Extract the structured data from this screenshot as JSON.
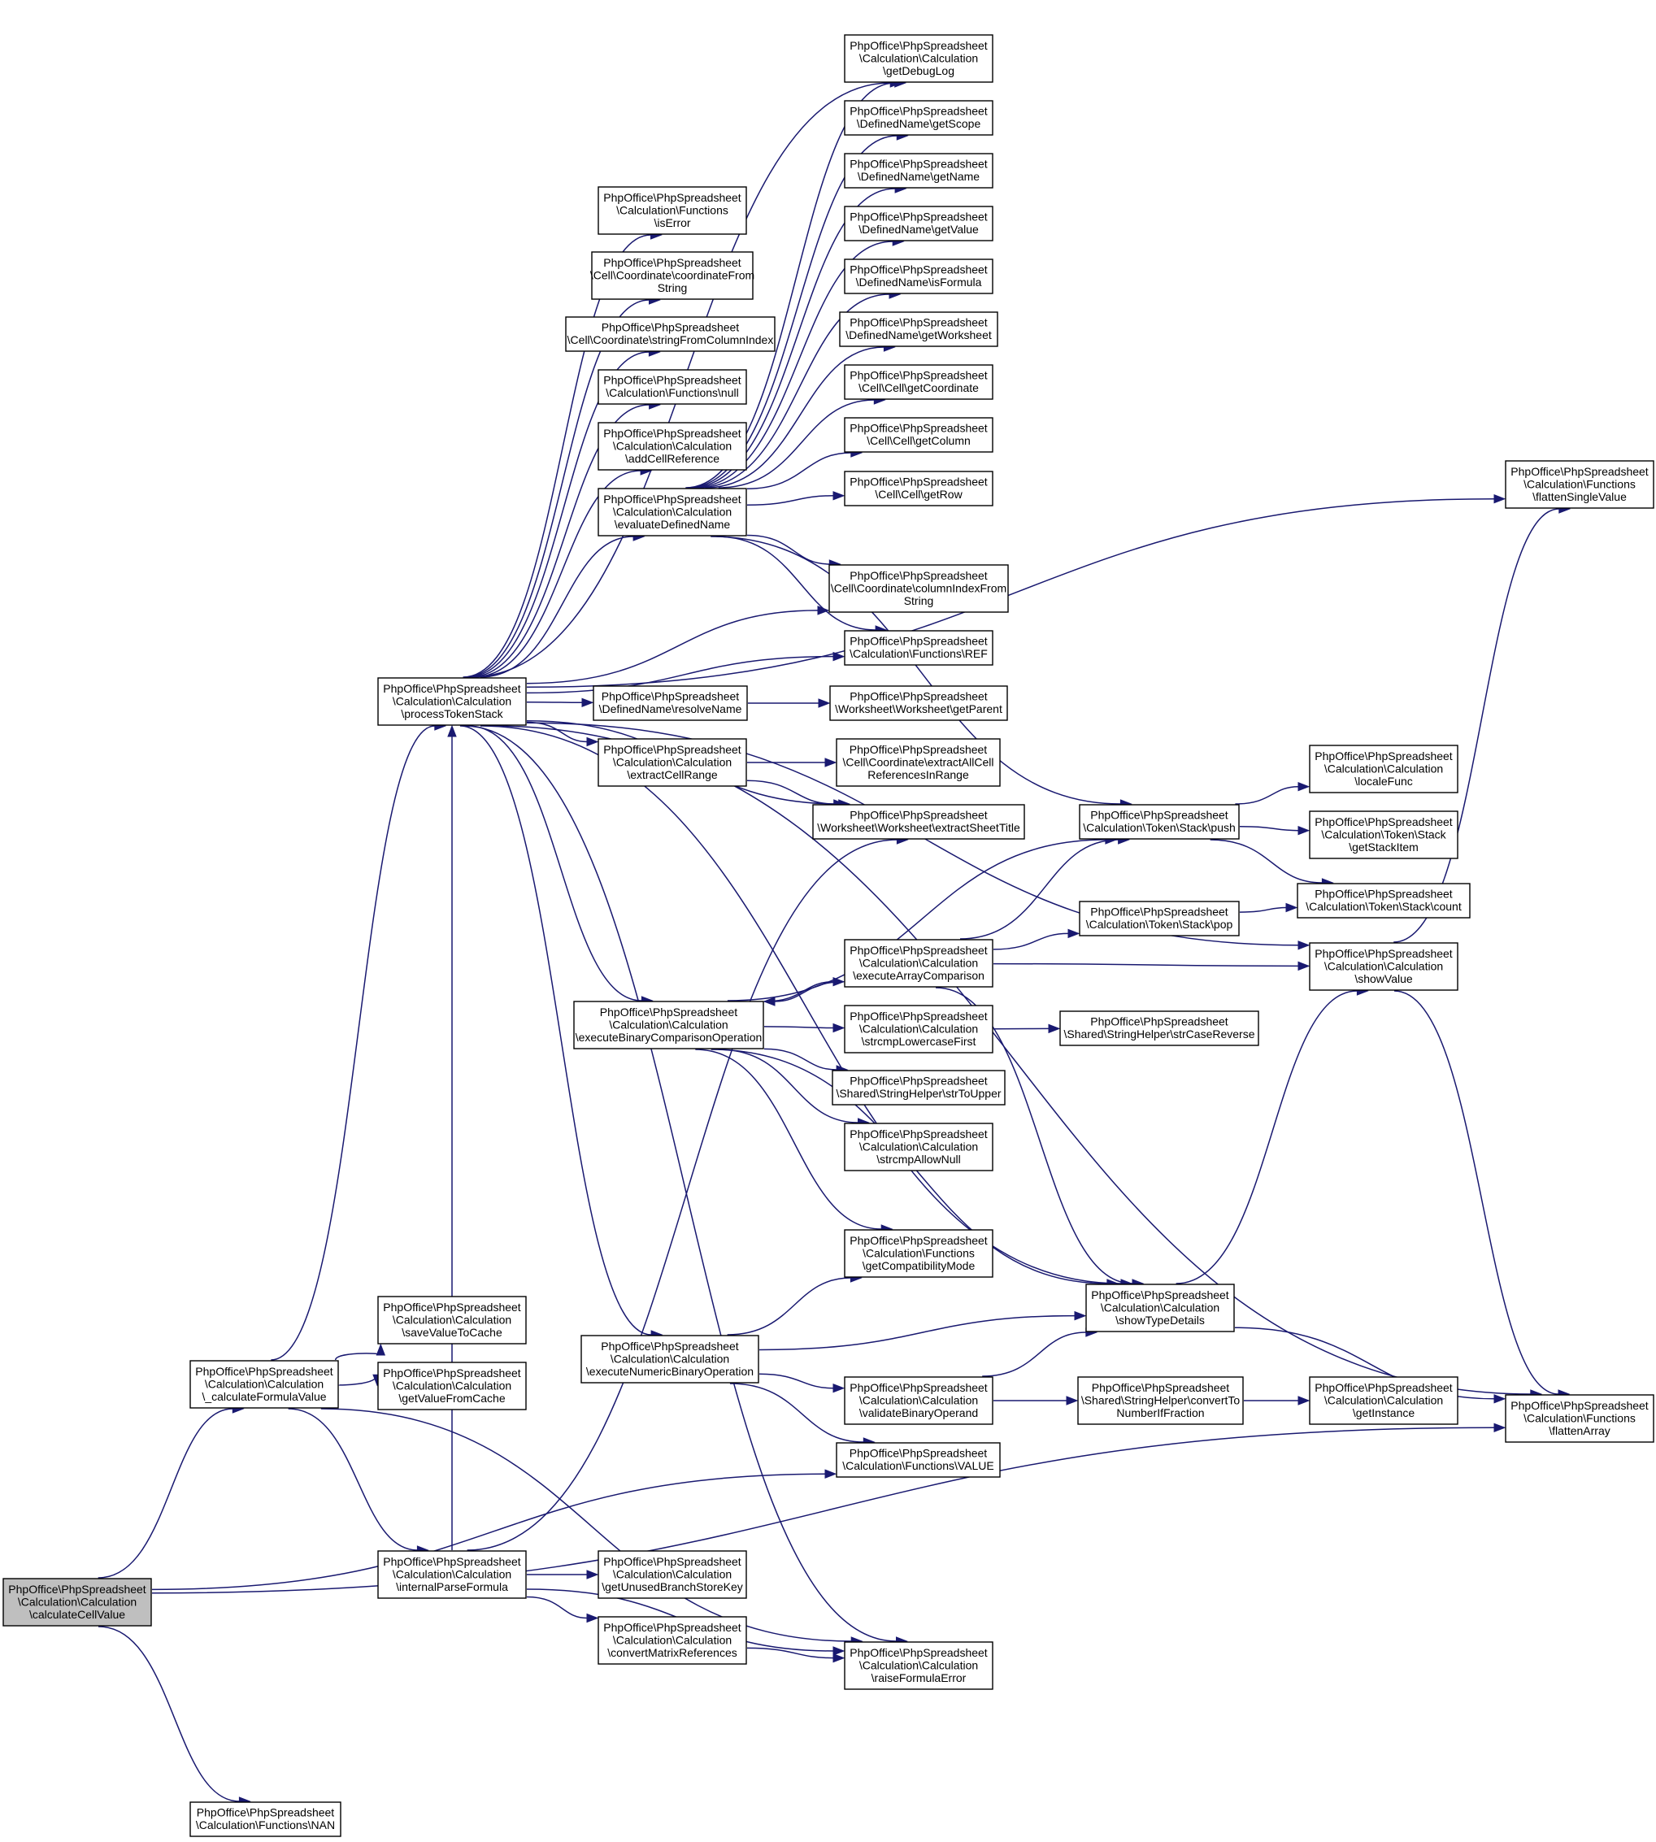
{
  "colors": {
    "edge": "#191970",
    "node_border": "#000000",
    "root_fill": "#bfbfbf",
    "node_fill": "#ffffff"
  },
  "nodes": {
    "calculateCellValue": [
      "PhpOffice\\PhpSpreadsheet",
      "\\Calculation\\Calculation",
      "\\calculateCellValue"
    ],
    "_calculateFormulaValue": [
      "PhpOffice\\PhpSpreadsheet",
      "\\Calculation\\Calculation",
      "\\_calculateFormulaValue"
    ],
    "NAN": [
      "PhpOffice\\PhpSpreadsheet",
      "\\Calculation\\Functions\\NAN"
    ],
    "processTokenStack": [
      "PhpOffice\\PhpSpreadsheet",
      "\\Calculation\\Calculation",
      "\\processTokenStack"
    ],
    "saveValueToCache": [
      "PhpOffice\\PhpSpreadsheet",
      "\\Calculation\\Calculation",
      "\\saveValueToCache"
    ],
    "getValueFromCache": [
      "PhpOffice\\PhpSpreadsheet",
      "\\Calculation\\Calculation",
      "\\getValueFromCache"
    ],
    "internalParseFormula": [
      "PhpOffice\\PhpSpreadsheet",
      "\\Calculation\\Calculation",
      "\\internalParseFormula"
    ],
    "isError": [
      "PhpOffice\\PhpSpreadsheet",
      "\\Calculation\\Functions",
      "\\isError"
    ],
    "coordinateFromString": [
      "PhpOffice\\PhpSpreadsheet",
      "\\Cell\\Coordinate\\coordinateFrom",
      "String"
    ],
    "stringFromColumnIndex": [
      "PhpOffice\\PhpSpreadsheet",
      "\\Cell\\Coordinate\\stringFromColumnIndex"
    ],
    "null": [
      "PhpOffice\\PhpSpreadsheet",
      "\\Calculation\\Functions\\null"
    ],
    "addCellReference": [
      "PhpOffice\\PhpSpreadsheet",
      "\\Calculation\\Calculation",
      "\\addCellReference"
    ],
    "evaluateDefinedName": [
      "PhpOffice\\PhpSpreadsheet",
      "\\Calculation\\Calculation",
      "\\evaluateDefinedName"
    ],
    "resolveName": [
      "PhpOffice\\PhpSpreadsheet",
      "\\DefinedName\\resolveName"
    ],
    "extractCellRange": [
      "PhpOffice\\PhpSpreadsheet",
      "\\Calculation\\Calculation",
      "\\extractCellRange"
    ],
    "executeBinaryComparisonOperation": [
      "PhpOffice\\PhpSpreadsheet",
      "\\Calculation\\Calculation",
      "\\executeBinaryComparisonOperation"
    ],
    "executeNumericBinaryOperation": [
      "PhpOffice\\PhpSpreadsheet",
      "\\Calculation\\Calculation",
      "\\executeNumericBinaryOperation"
    ],
    "getUnusedBranchStoreKey": [
      "PhpOffice\\PhpSpreadsheet",
      "\\Calculation\\Calculation",
      "\\getUnusedBranchStoreKey"
    ],
    "convertMatrixReferences": [
      "PhpOffice\\PhpSpreadsheet",
      "\\Calculation\\Calculation",
      "\\convertMatrixReferences"
    ],
    "getDebugLog": [
      "PhpOffice\\PhpSpreadsheet",
      "\\Calculation\\Calculation",
      "\\getDebugLog"
    ],
    "getScope": [
      "PhpOffice\\PhpSpreadsheet",
      "\\DefinedName\\getScope"
    ],
    "getName": [
      "PhpOffice\\PhpSpreadsheet",
      "\\DefinedName\\getName"
    ],
    "getValue": [
      "PhpOffice\\PhpSpreadsheet",
      "\\DefinedName\\getValue"
    ],
    "isFormula": [
      "PhpOffice\\PhpSpreadsheet",
      "\\DefinedName\\isFormula"
    ],
    "getWorksheet": [
      "PhpOffice\\PhpSpreadsheet",
      "\\DefinedName\\getWorksheet"
    ],
    "getCoordinate": [
      "PhpOffice\\PhpSpreadsheet",
      "\\Cell\\Cell\\getCoordinate"
    ],
    "getColumn": [
      "PhpOffice\\PhpSpreadsheet",
      "\\Cell\\Cell\\getColumn"
    ],
    "getRow": [
      "PhpOffice\\PhpSpreadsheet",
      "\\Cell\\Cell\\getRow"
    ],
    "columnIndexFromString": [
      "PhpOffice\\PhpSpreadsheet",
      "\\Cell\\Coordinate\\columnIndexFrom",
      "String"
    ],
    "REF": [
      "PhpOffice\\PhpSpreadsheet",
      "\\Calculation\\Functions\\REF"
    ],
    "getParent": [
      "PhpOffice\\PhpSpreadsheet",
      "\\Worksheet\\Worksheet\\getParent"
    ],
    "extractAllCellReferencesInRange": [
      "PhpOffice\\PhpSpreadsheet",
      "\\Cell\\Coordinate\\extractAllCell",
      "ReferencesInRange"
    ],
    "extractSheetTitle": [
      "PhpOffice\\PhpSpreadsheet",
      "\\Worksheet\\Worksheet\\extractSheetTitle"
    ],
    "executeArrayComparison": [
      "PhpOffice\\PhpSpreadsheet",
      "\\Calculation\\Calculation",
      "\\executeArrayComparison"
    ],
    "strcmpLowercaseFirst": [
      "PhpOffice\\PhpSpreadsheet",
      "\\Calculation\\Calculation",
      "\\strcmpLowercaseFirst"
    ],
    "strToUpper": [
      "PhpOffice\\PhpSpreadsheet",
      "\\Shared\\StringHelper\\strToUpper"
    ],
    "strcmpAllowNull": [
      "PhpOffice\\PhpSpreadsheet",
      "\\Calculation\\Calculation",
      "\\strcmpAllowNull"
    ],
    "getCompatibilityMode": [
      "PhpOffice\\PhpSpreadsheet",
      "\\Calculation\\Functions",
      "\\getCompatibilityMode"
    ],
    "validateBinaryOperand": [
      "PhpOffice\\PhpSpreadsheet",
      "\\Calculation\\Calculation",
      "\\validateBinaryOperand"
    ],
    "VALUE": [
      "PhpOffice\\PhpSpreadsheet",
      "\\Calculation\\Functions\\VALUE"
    ],
    "raiseFormulaError": [
      "PhpOffice\\PhpSpreadsheet",
      "\\Calculation\\Calculation",
      "\\raiseFormulaError"
    ],
    "push": [
      "PhpOffice\\PhpSpreadsheet",
      "\\Calculation\\Token\\Stack\\push"
    ],
    "pop": [
      "PhpOffice\\PhpSpreadsheet",
      "\\Calculation\\Token\\Stack\\pop"
    ],
    "strCaseReverse": [
      "PhpOffice\\PhpSpreadsheet",
      "\\Shared\\StringHelper\\strCaseReverse"
    ],
    "showTypeDetails": [
      "PhpOffice\\PhpSpreadsheet",
      "\\Calculation\\Calculation",
      "\\showTypeDetails"
    ],
    "convertToNumberIfFraction": [
      "PhpOffice\\PhpSpreadsheet",
      "\\Shared\\StringHelper\\convertTo",
      "NumberIfFraction"
    ],
    "localeFunc": [
      "PhpOffice\\PhpSpreadsheet",
      "\\Calculation\\Calculation",
      "\\localeFunc"
    ],
    "getStackItem": [
      "PhpOffice\\PhpSpreadsheet",
      "\\Calculation\\Token\\Stack",
      "\\getStackItem"
    ],
    "count": [
      "PhpOffice\\PhpSpreadsheet",
      "\\Calculation\\Token\\Stack\\count"
    ],
    "showValue": [
      "PhpOffice\\PhpSpreadsheet",
      "\\Calculation\\Calculation",
      "\\showValue"
    ],
    "getInstance": [
      "PhpOffice\\PhpSpreadsheet",
      "\\Calculation\\Calculation",
      "\\getInstance"
    ],
    "flattenSingleValue": [
      "PhpOffice\\PhpSpreadsheet",
      "\\Calculation\\Functions",
      "\\flattenSingleValue"
    ],
    "flattenArray": [
      "PhpOffice\\PhpSpreadsheet",
      "\\Calculation\\Functions",
      "\\flattenArray"
    ]
  },
  "edges": [
    [
      "calculateCellValue",
      "_calculateFormulaValue"
    ],
    [
      "calculateCellValue",
      "NAN"
    ],
    [
      "calculateCellValue",
      "VALUE"
    ],
    [
      "calculateCellValue",
      "flattenArray"
    ],
    [
      "_calculateFormulaValue",
      "processTokenStack"
    ],
    [
      "_calculateFormulaValue",
      "saveValueToCache"
    ],
    [
      "_calculateFormulaValue",
      "getValueFromCache"
    ],
    [
      "_calculateFormulaValue",
      "internalParseFormula"
    ],
    [
      "_calculateFormulaValue",
      "raiseFormulaError"
    ],
    [
      "processTokenStack",
      "isError"
    ],
    [
      "processTokenStack",
      "coordinateFromString"
    ],
    [
      "processTokenStack",
      "stringFromColumnIndex"
    ],
    [
      "processTokenStack",
      "null"
    ],
    [
      "processTokenStack",
      "addCellReference"
    ],
    [
      "processTokenStack",
      "evaluateDefinedName"
    ],
    [
      "processTokenStack",
      "flattenSingleValue"
    ],
    [
      "processTokenStack",
      "getDebugLog"
    ],
    [
      "processTokenStack",
      "columnIndexFromString"
    ],
    [
      "processTokenStack",
      "REF"
    ],
    [
      "processTokenStack",
      "resolveName"
    ],
    [
      "processTokenStack",
      "extractCellRange"
    ],
    [
      "processTokenStack",
      "extractSheetTitle"
    ],
    [
      "processTokenStack",
      "showValue"
    ],
    [
      "processTokenStack",
      "executeBinaryComparisonOperation"
    ],
    [
      "processTokenStack",
      "showTypeDetails"
    ],
    [
      "processTokenStack",
      "executeNumericBinaryOperation"
    ],
    [
      "processTokenStack",
      "raiseFormulaError"
    ],
    [
      "processTokenStack",
      "flattenArray"
    ],
    [
      "internalParseFormula",
      "processTokenStack"
    ],
    [
      "internalParseFormula",
      "getUnusedBranchStoreKey"
    ],
    [
      "internalParseFormula",
      "convertMatrixReferences"
    ],
    [
      "internalParseFormula",
      "raiseFormulaError"
    ],
    [
      "internalParseFormula",
      "extractSheetTitle"
    ],
    [
      "convertMatrixReferences",
      "raiseFormulaError"
    ],
    [
      "evaluateDefinedName",
      "getDebugLog"
    ],
    [
      "evaluateDefinedName",
      "getScope"
    ],
    [
      "evaluateDefinedName",
      "getName"
    ],
    [
      "evaluateDefinedName",
      "getValue"
    ],
    [
      "evaluateDefinedName",
      "isFormula"
    ],
    [
      "evaluateDefinedName",
      "getWorksheet"
    ],
    [
      "evaluateDefinedName",
      "getCoordinate"
    ],
    [
      "evaluateDefinedName",
      "getColumn"
    ],
    [
      "evaluateDefinedName",
      "getRow"
    ],
    [
      "evaluateDefinedName",
      "columnIndexFromString"
    ],
    [
      "evaluateDefinedName",
      "REF"
    ],
    [
      "evaluateDefinedName",
      "push"
    ],
    [
      "resolveName",
      "getParent"
    ],
    [
      "extractCellRange",
      "extractAllCellReferencesInRange"
    ],
    [
      "extractCellRange",
      "extractSheetTitle"
    ],
    [
      "executeBinaryComparisonOperation",
      "push"
    ],
    [
      "executeBinaryComparisonOperation",
      "executeArrayComparison"
    ],
    [
      "executeBinaryComparisonOperation",
      "strcmpLowercaseFirst"
    ],
    [
      "executeBinaryComparisonOperation",
      "strToUpper"
    ],
    [
      "executeBinaryComparisonOperation",
      "strcmpAllowNull"
    ],
    [
      "executeBinaryComparisonOperation",
      "getCompatibilityMode"
    ],
    [
      "executeBinaryComparisonOperation",
      "showTypeDetails"
    ],
    [
      "executeArrayComparison",
      "executeBinaryComparisonOperation"
    ],
    [
      "executeArrayComparison",
      "push"
    ],
    [
      "executeArrayComparison",
      "pop"
    ],
    [
      "executeArrayComparison",
      "showValue"
    ],
    [
      "executeArrayComparison",
      "showTypeDetails"
    ],
    [
      "strcmpLowercaseFirst",
      "strCaseReverse"
    ],
    [
      "executeNumericBinaryOperation",
      "getCompatibilityMode"
    ],
    [
      "executeNumericBinaryOperation",
      "showTypeDetails"
    ],
    [
      "executeNumericBinaryOperation",
      "validateBinaryOperand"
    ],
    [
      "executeNumericBinaryOperation",
      "VALUE"
    ],
    [
      "validateBinaryOperand",
      "showTypeDetails"
    ],
    [
      "validateBinaryOperand",
      "convertToNumberIfFraction"
    ],
    [
      "convertToNumberIfFraction",
      "getInstance"
    ],
    [
      "push",
      "localeFunc"
    ],
    [
      "push",
      "getStackItem"
    ],
    [
      "push",
      "count"
    ],
    [
      "pop",
      "count"
    ],
    [
      "showTypeDetails",
      "showValue"
    ],
    [
      "showTypeDetails",
      "flattenArray"
    ],
    [
      "showValue",
      "flattenSingleValue"
    ],
    [
      "showValue",
      "flattenArray"
    ]
  ]
}
